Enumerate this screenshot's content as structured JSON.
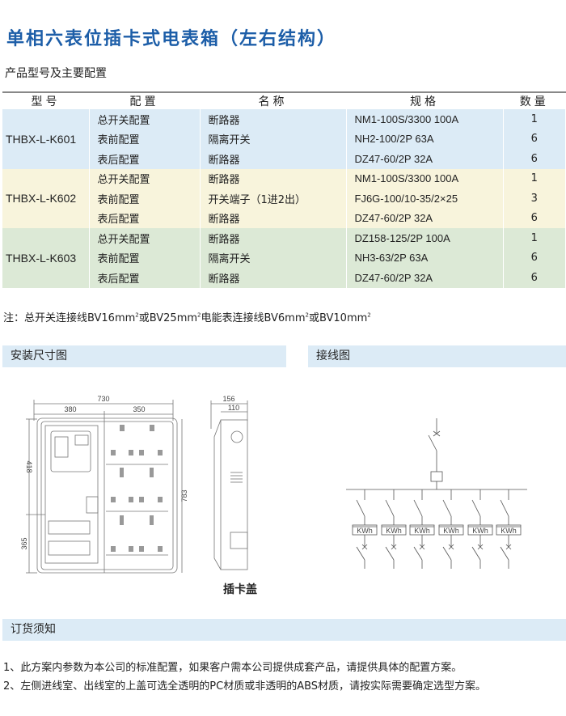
{
  "title": "单相六表位插卡式电表箱（左右结构）",
  "subtitle": "产品型号及主要配置",
  "table": {
    "headers": [
      "型号",
      "配置",
      "名称",
      "规格",
      "数量"
    ],
    "groups": [
      {
        "model": "THBX-L-K601",
        "rows": [
          {
            "config": "总开关配置",
            "name": "断路器",
            "spec": "NM1-100S/3300 100A",
            "qty": "1"
          },
          {
            "config": "表前配置",
            "name": "隔离开关",
            "spec": "NH2-100/2P 63A",
            "qty": "6"
          },
          {
            "config": "表后配置",
            "name": "断路器",
            "spec": "DZ47-60/2P 32A",
            "qty": "6"
          }
        ]
      },
      {
        "model": "THBX-L-K602",
        "rows": [
          {
            "config": "总开关配置",
            "name": "断路器",
            "spec": "NM1-100S/3300 100A",
            "qty": "1"
          },
          {
            "config": "表前配置",
            "name": "开关端子（1进2出）",
            "spec": "FJ6G-100/10-35/2×25",
            "qty": "3"
          },
          {
            "config": "表后配置",
            "name": "断路器",
            "spec": "DZ47-60/2P 32A",
            "qty": "6"
          }
        ]
      },
      {
        "model": "THBX-L-K603",
        "rows": [
          {
            "config": "总开关配置",
            "name": "断路器",
            "spec": "DZ158-125/2P 100A",
            "qty": "1"
          },
          {
            "config": "表前配置",
            "name": "隔离开关",
            "spec": "NH3-63/2P  63A",
            "qty": "6"
          },
          {
            "config": "表后配置",
            "name": "断路器",
            "spec": "DZ47-60/2P  32A",
            "qty": "6"
          }
        ]
      }
    ]
  },
  "note": {
    "a": "注：总开关连接线BV16mm",
    "b": "或BV25mm",
    "c": "电能表连接线BV6mm",
    "d": "或BV10mm",
    "sup": "2"
  },
  "sections": {
    "install": "安装尺寸图",
    "wiring": "接线图",
    "order": "订货须知"
  },
  "dims": {
    "total_width": "730",
    "left_width": "380",
    "right_width": "350",
    "upper_height": "418",
    "lower_height": "365",
    "total_height": "783",
    "depth": "156",
    "inner_depth": "110"
  },
  "caption": "插卡盖",
  "meter_label": "KWh",
  "order_notes": [
    "1、此方案内参数为本公司的标准配置，如果客户需本公司提供成套产品，请提供具体的配置方案。",
    "2、左侧进线室、出线室的上盖可选全透明的PC材质或非透明的ABS材质，请按实际需要确定选型方案。"
  ],
  "colors": {
    "title": "#1d5ea8",
    "group1": "#dcebf6",
    "group2": "#f8f4dc",
    "group3": "#dce9d6",
    "section": "#dcebf6"
  }
}
